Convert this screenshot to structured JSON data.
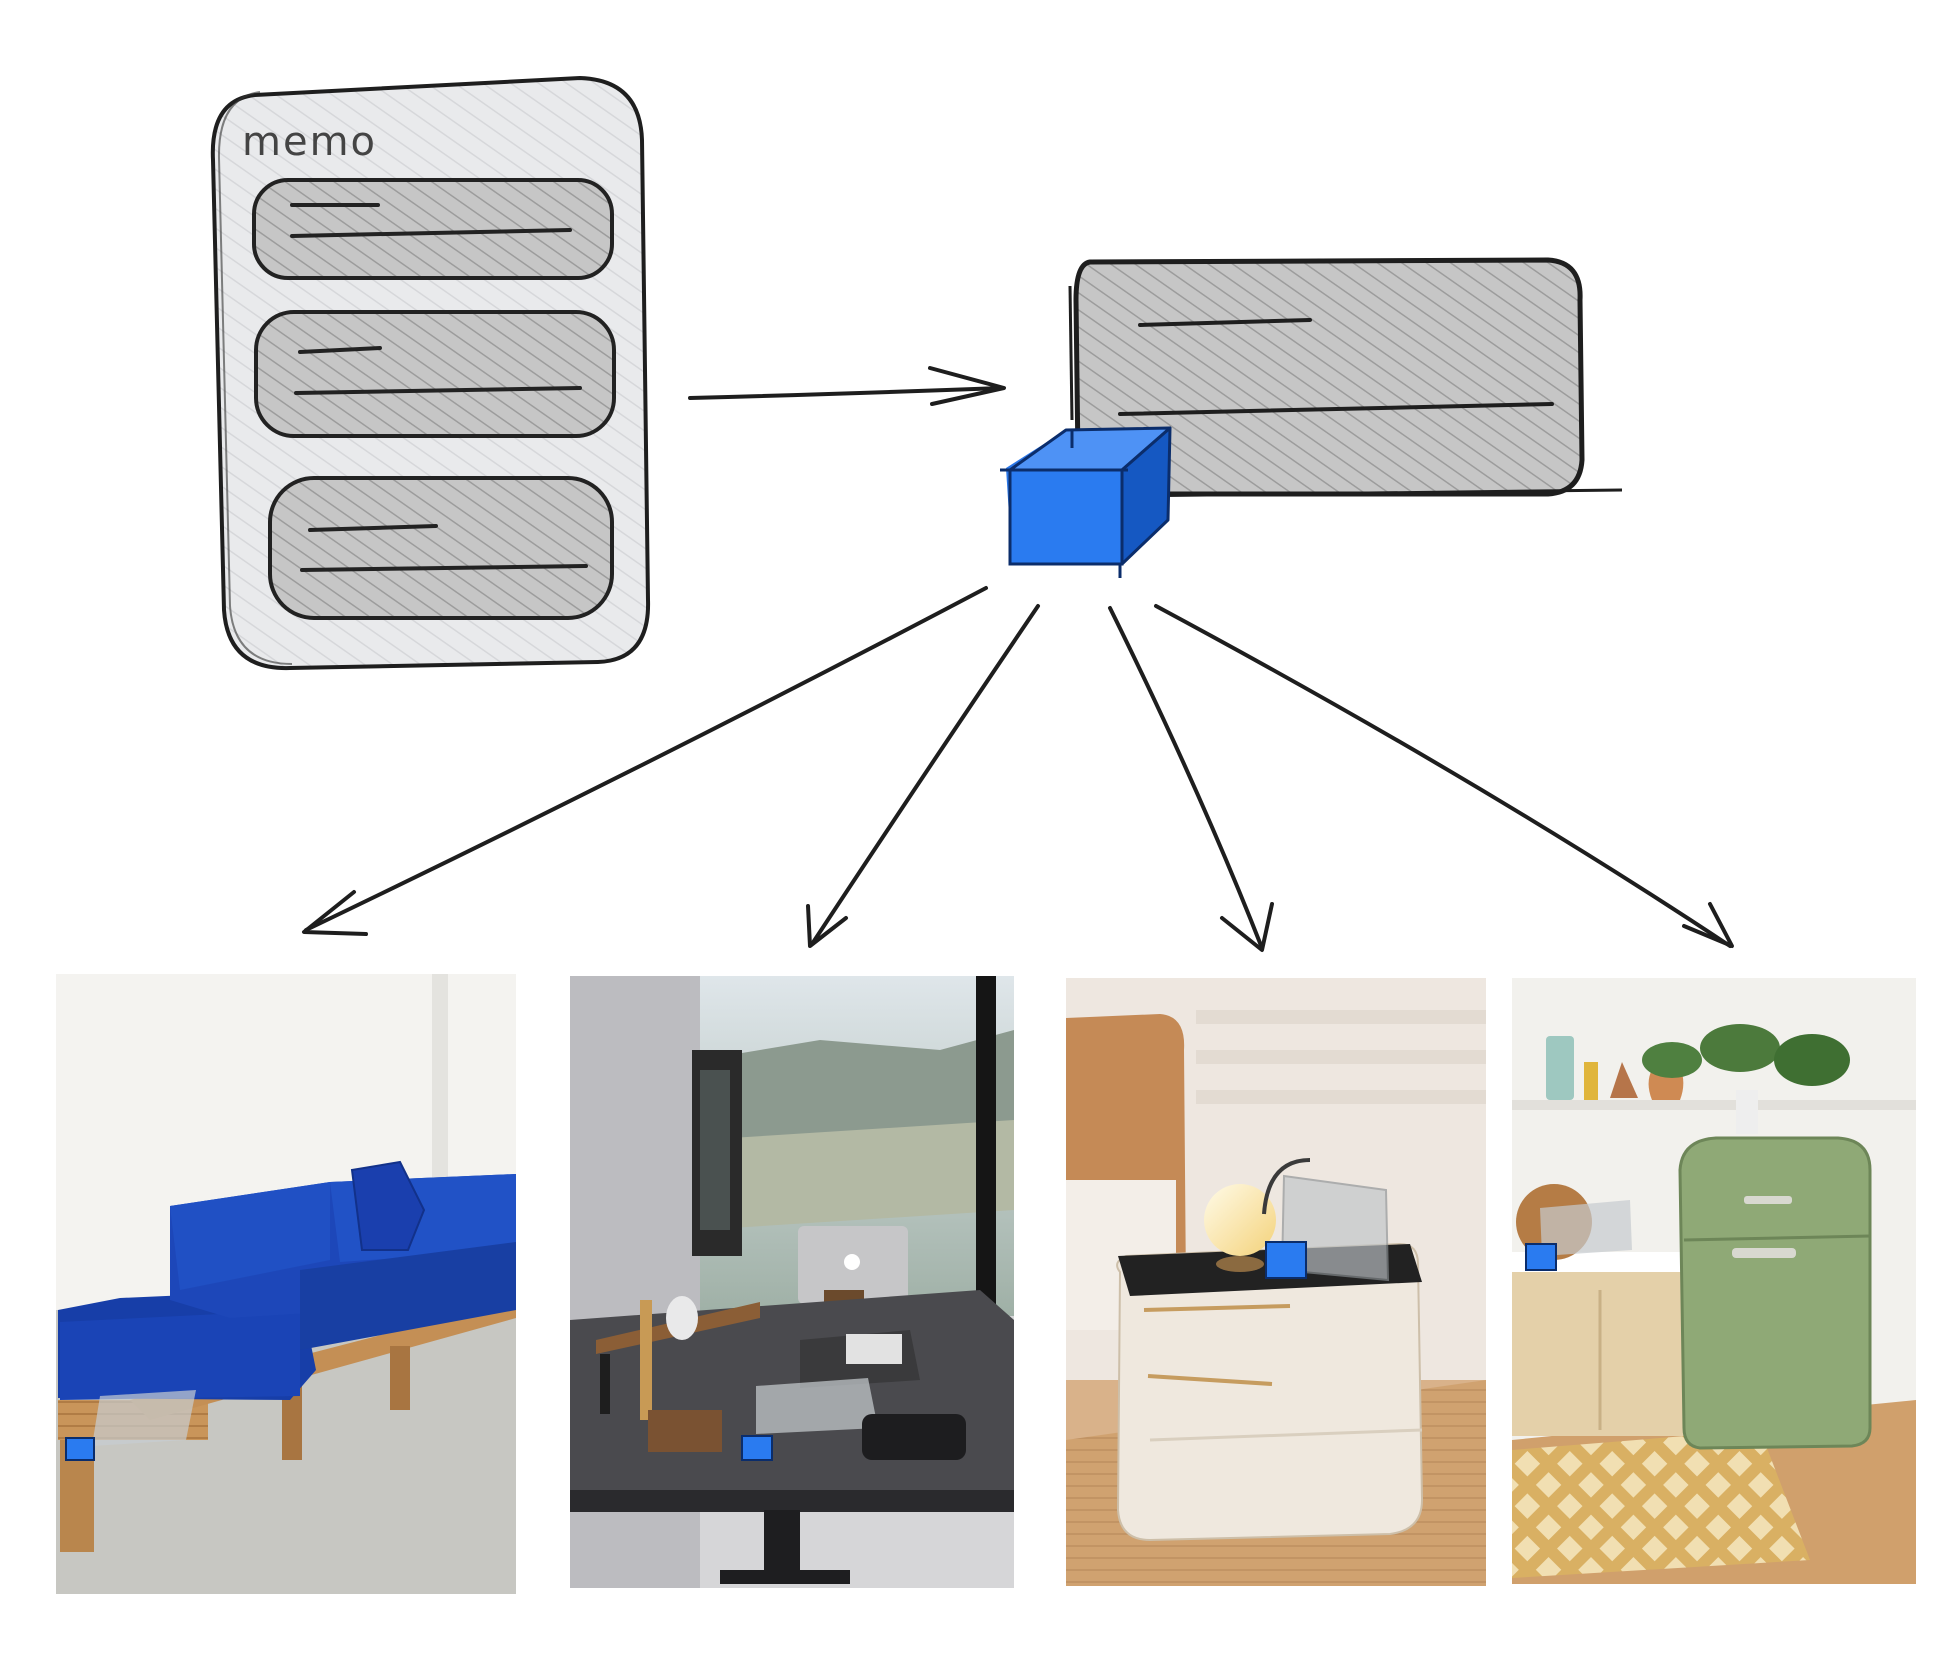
{
  "memo": {
    "title": "memo",
    "item_count": 3
  },
  "colors": {
    "sketch_stroke": "#1e1e1e",
    "panel_fill": "#f1f2f4",
    "card_fill": "#c9c9c9",
    "cube_blue": "#1f6fe6",
    "white": "#ffffff"
  },
  "icons": {
    "flow_arrow": "arrow-right-icon",
    "distribution_arrow": "arrow-down-icon",
    "object": "cube-icon"
  },
  "photos": [
    {
      "name": "photo-blue-sofa",
      "subject": "sofa"
    },
    {
      "name": "photo-desk-setup",
      "subject": "desk"
    },
    {
      "name": "photo-nightstand",
      "subject": "nightstand"
    },
    {
      "name": "photo-kitchen-fridge",
      "subject": "kitchen"
    }
  ]
}
